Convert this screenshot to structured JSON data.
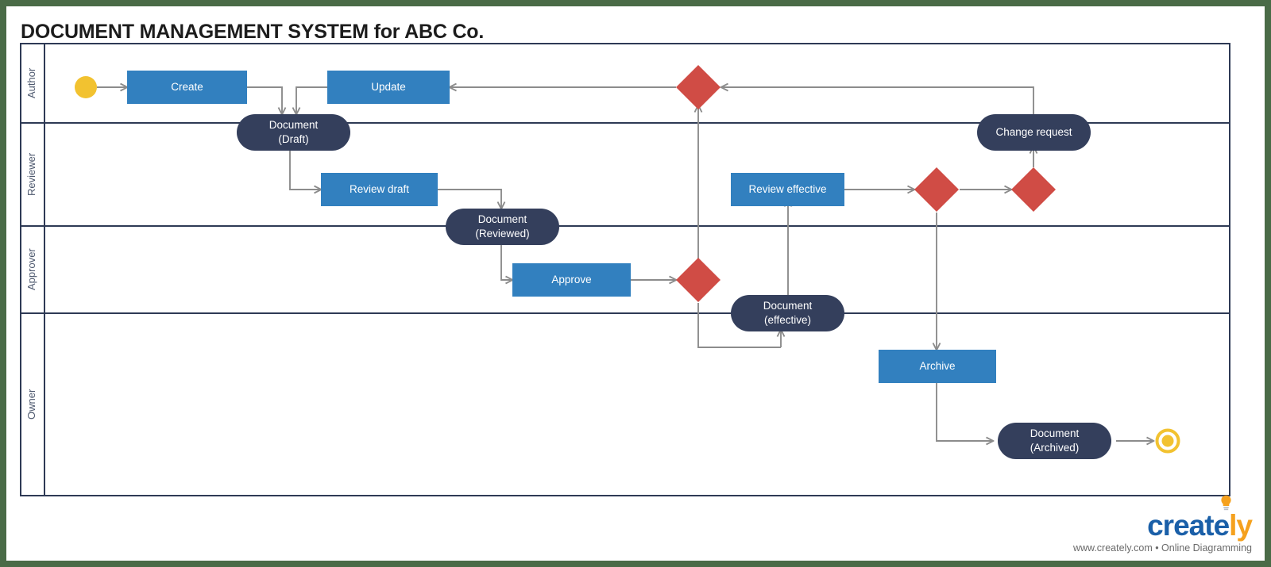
{
  "page": {
    "title": "DOCUMENT MANAGEMENT SYSTEM for ABC Co.",
    "border_color": "#4a6b47",
    "background": "#ffffff"
  },
  "colors": {
    "action_blue": "#3280bf",
    "state_navy": "#343f5c",
    "decision_red": "#d04c45",
    "start_yellow": "#f2c230",
    "connector_gray": "#8c8c8c",
    "lane_border": "#2e3a55",
    "lane_label": "#4d586e"
  },
  "swimlanes": [
    {
      "id": "author",
      "label": "Author"
    },
    {
      "id": "reviewer",
      "label": "Reviewer"
    },
    {
      "id": "approver",
      "label": "Approver"
    },
    {
      "id": "owner",
      "label": "Owner"
    }
  ],
  "nodes": [
    {
      "id": "start",
      "type": "start-node",
      "label": "",
      "lane": "author",
      "shape": "circle"
    },
    {
      "id": "create",
      "type": "action",
      "label": "Create",
      "lane": "author",
      "shape": "rect"
    },
    {
      "id": "update",
      "type": "action",
      "label": "Update",
      "lane": "author",
      "shape": "rect"
    },
    {
      "id": "doc_draft",
      "type": "state",
      "label": "Document\n(Draft)",
      "lane": "author",
      "shape": "rounded"
    },
    {
      "id": "decision_author",
      "type": "decision",
      "label": "",
      "lane": "author",
      "shape": "diamond"
    },
    {
      "id": "change_request",
      "type": "state",
      "label": "Change request",
      "lane": "author",
      "shape": "rounded"
    },
    {
      "id": "review_draft",
      "type": "action",
      "label": "Review draft",
      "lane": "reviewer",
      "shape": "rect"
    },
    {
      "id": "doc_reviewed",
      "type": "state",
      "label": "Document\n(Reviewed)",
      "lane": "reviewer",
      "shape": "rounded"
    },
    {
      "id": "review_effective",
      "type": "action",
      "label": "Review effective",
      "lane": "reviewer",
      "shape": "rect"
    },
    {
      "id": "decision_rev1",
      "type": "decision",
      "label": "",
      "lane": "reviewer",
      "shape": "diamond"
    },
    {
      "id": "decision_rev2",
      "type": "decision",
      "label": "",
      "lane": "reviewer",
      "shape": "diamond"
    },
    {
      "id": "approve",
      "type": "action",
      "label": "Approve",
      "lane": "approver",
      "shape": "rect"
    },
    {
      "id": "decision_appr",
      "type": "decision",
      "label": "",
      "lane": "approver",
      "shape": "diamond"
    },
    {
      "id": "doc_effective",
      "type": "state",
      "label": "Document\n(effective)",
      "lane": "approver",
      "shape": "rounded"
    },
    {
      "id": "archive",
      "type": "action",
      "label": "Archive",
      "lane": "owner",
      "shape": "rect"
    },
    {
      "id": "doc_archived",
      "type": "state",
      "label": "Document\n(Archived)",
      "lane": "owner",
      "shape": "rounded"
    },
    {
      "id": "end",
      "type": "end-node",
      "label": "",
      "lane": "owner",
      "shape": "ring"
    }
  ],
  "brand": {
    "name_blue": "create",
    "name_orange": "ly",
    "tagline": "www.creately.com • Online Diagramming",
    "blue": "#1a5fa8",
    "orange": "#f5a11e"
  }
}
